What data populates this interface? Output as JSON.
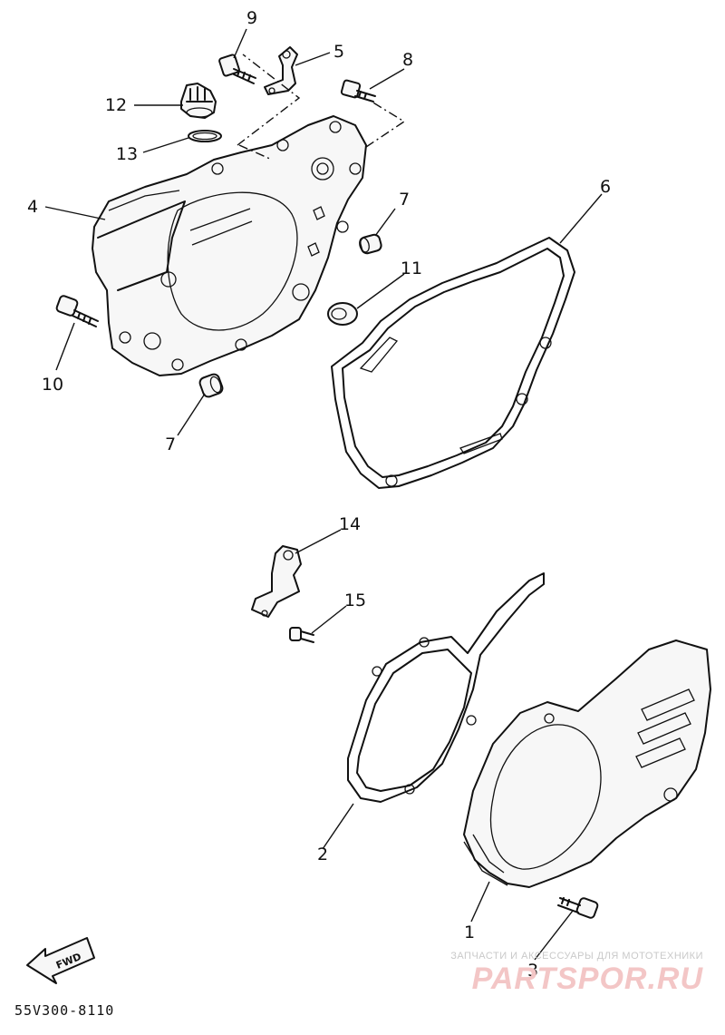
{
  "diagram": {
    "callouts": [
      {
        "id": "callout-9",
        "label": "9"
      },
      {
        "id": "callout-5",
        "label": "5"
      },
      {
        "id": "callout-8",
        "label": "8"
      },
      {
        "id": "callout-12",
        "label": "12"
      },
      {
        "id": "callout-13",
        "label": "13"
      },
      {
        "id": "callout-4",
        "label": "4"
      },
      {
        "id": "callout-7a",
        "label": "7"
      },
      {
        "id": "callout-6",
        "label": "6"
      },
      {
        "id": "callout-11",
        "label": "11"
      },
      {
        "id": "callout-10",
        "label": "10"
      },
      {
        "id": "callout-7b",
        "label": "7"
      },
      {
        "id": "callout-14",
        "label": "14"
      },
      {
        "id": "callout-15",
        "label": "15"
      },
      {
        "id": "callout-2",
        "label": "2"
      },
      {
        "id": "callout-1",
        "label": "1"
      },
      {
        "id": "callout-3",
        "label": "3"
      }
    ],
    "direction_label": "FWD",
    "drawing_code": "55V300-8110"
  },
  "watermark": {
    "tagline": "ЗАПЧАСТИ И АКСЕССУАРЫ ДЛЯ МОТОТЕХНИКИ",
    "brand": "PARTSPOR.RU"
  }
}
